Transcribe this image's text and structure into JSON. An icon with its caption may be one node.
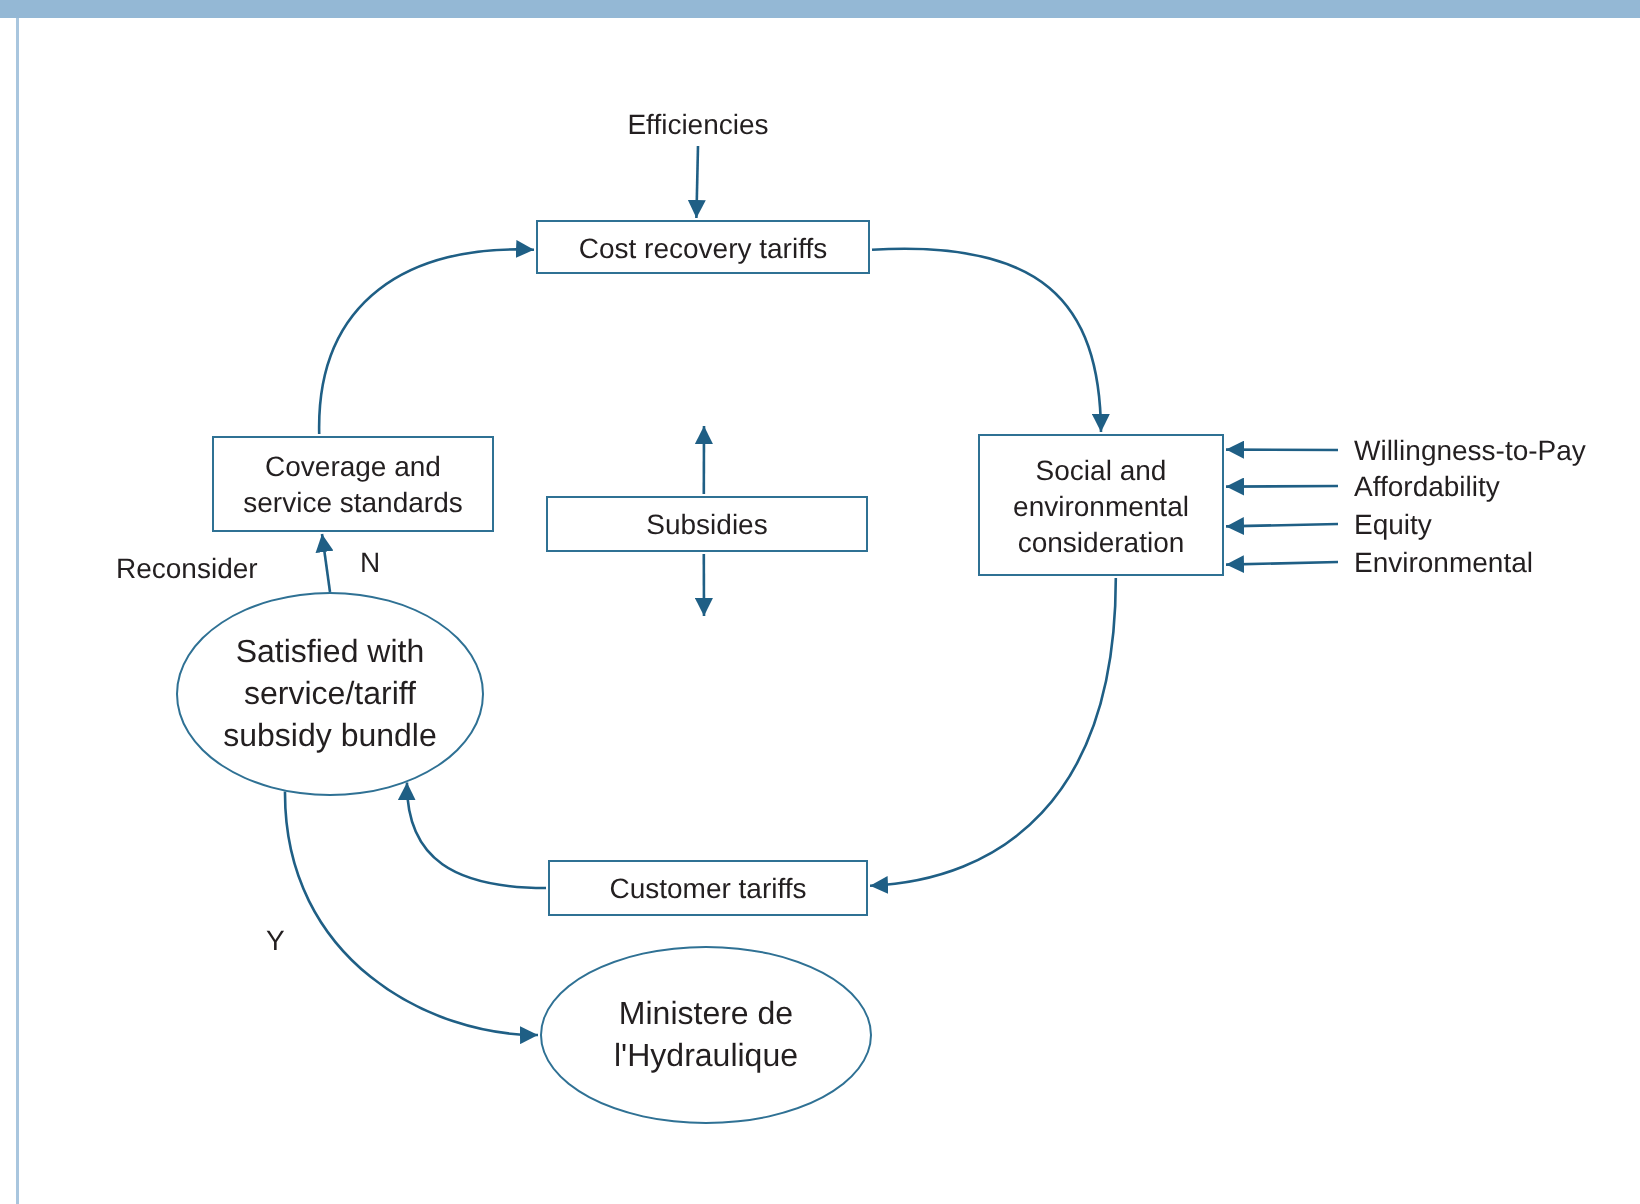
{
  "diagram": {
    "nodes": [
      {
        "text": [
          "Efficiencies"
        ]
      },
      {
        "text": [
          "Cost recovery tariffs"
        ]
      },
      {
        "text": [
          "Social and environmental consideration"
        ]
      },
      {
        "text": [
          "Willingness-to-Pay"
        ]
      },
      {
        "text": [
          "Affordability"
        ]
      },
      {
        "text": [
          "Equity"
        ]
      },
      {
        "text": [
          "Environmental"
        ]
      },
      {
        "text": [
          "Customer tariffs"
        ]
      },
      {
        "text": [
          "Satisfied with service/tariff subsidy bundle"
        ]
      },
      {
        "text": [
          "Coverage and service standards"
        ]
      },
      {
        "text": [
          "Subsidies"
        ]
      },
      {
        "text": [
          "Ministere de l'Hydraulique"
        ]
      }
    ],
    "edges": [
      {
        "from": 0,
        "to": 1,
        "arrow": "to"
      },
      {
        "from": 1,
        "to": 2,
        "arrow": "to"
      },
      {
        "from": 3,
        "to": 2,
        "arrow": "to"
      },
      {
        "from": 4,
        "to": 2,
        "arrow": "to"
      },
      {
        "from": 5,
        "to": 2,
        "arrow": "to"
      },
      {
        "from": 6,
        "to": 2,
        "arrow": "to"
      },
      {
        "from": 2,
        "to": 7,
        "arrow": "to"
      },
      {
        "from": 7,
        "to": 8,
        "arrow": "to"
      },
      {
        "from": 8,
        "to": 9,
        "arrow": "to",
        "label": "N"
      },
      {
        "from": 9,
        "to": 1,
        "arrow": "to"
      },
      {
        "from": 8,
        "to": 11,
        "arrow": "to"
      },
      {
        "from": 10,
        "to": null,
        "arrow": "to"
      },
      {
        "from": 10,
        "to": null,
        "arrow": "to"
      }
    ],
    "labels": [
      "Reconsider",
      "Y"
    ]
  }
}
